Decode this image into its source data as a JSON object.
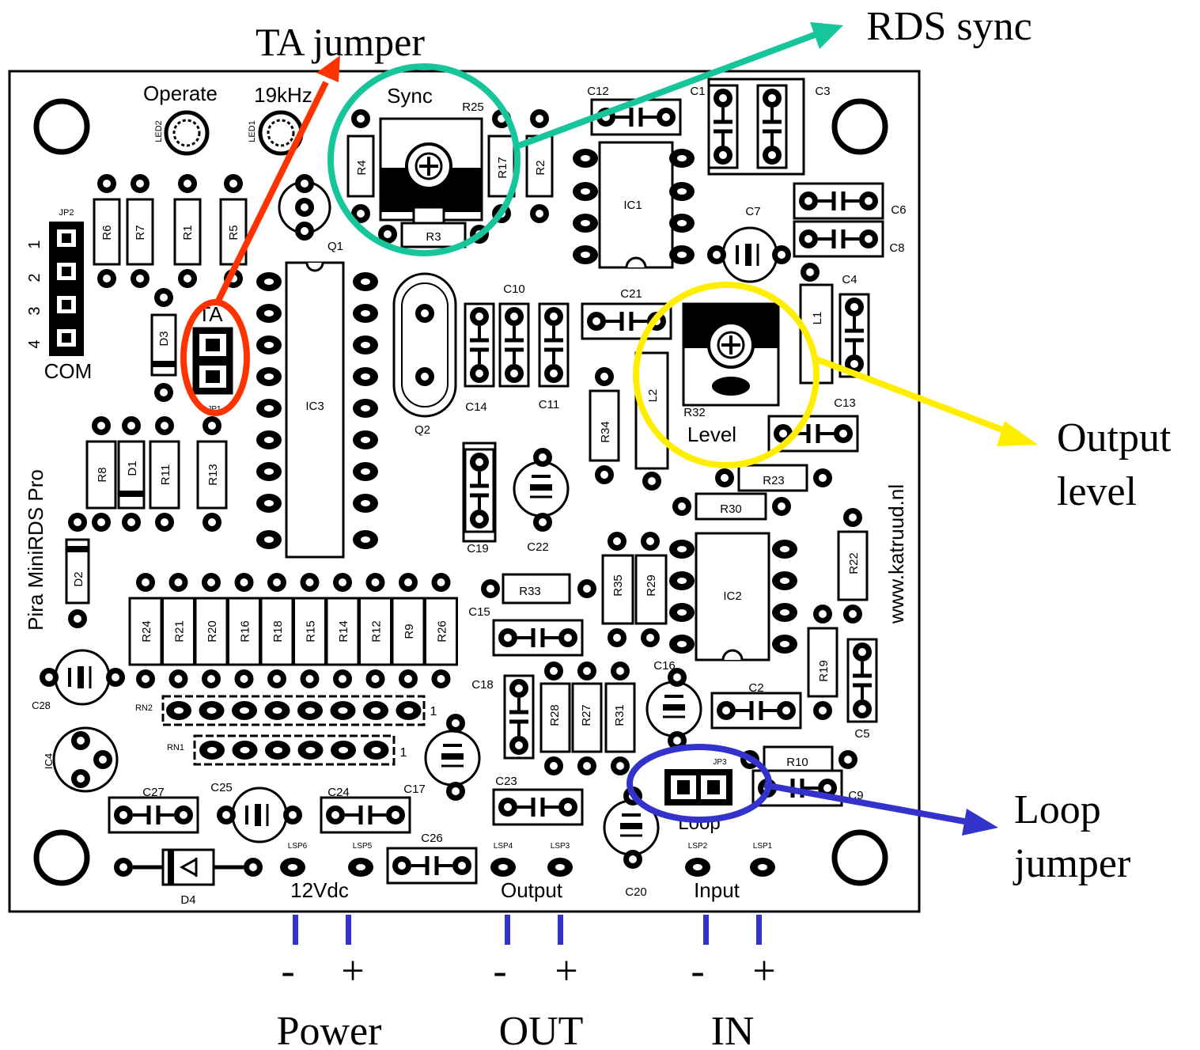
{
  "board": {
    "title": "Pira MiniRDS Pro",
    "website": "www.katruud.nl",
    "labels": {
      "operate": "Operate",
      "khz19": "19kHz",
      "sync": "Sync",
      "level": "Level",
      "com": "COM",
      "ta": "TA",
      "loop": "Loop",
      "v12": "12Vdc",
      "output": "Output",
      "input": "Input",
      "led1": "LED1",
      "led2": "LED2",
      "jp1": "JP1",
      "jp2": "JP2",
      "jp3": "JP3",
      "rn1": "RN1",
      "rn2": "RN2",
      "rn_pin1": "1"
    },
    "jp2_pins": [
      "1",
      "2",
      "3",
      "4"
    ],
    "chips": {
      "ic1": "IC1",
      "ic2": "IC2",
      "ic3": "IC3",
      "ic4": "IC4",
      "q1": "Q1",
      "q2": "Q2"
    },
    "trimmers": {
      "r25": "R25",
      "r32": "R32"
    },
    "resistors_top": [
      "R6",
      "R7",
      "R1",
      "R5"
    ],
    "resistors_left": [
      "R8",
      "D1",
      "R11",
      "R13"
    ],
    "resistor_array": [
      "R24",
      "R21",
      "R20",
      "R16",
      "R18",
      "R15",
      "R14",
      "R12",
      "R9",
      "R26"
    ],
    "resistors_mid": [
      "R28",
      "R27",
      "R31"
    ],
    "resistors_misc": {
      "r4": "R4",
      "r17": "R17",
      "r2": "R2",
      "r3": "R3",
      "r34": "R34",
      "l2": "L2",
      "l1": "L1",
      "r23": "R23",
      "r30": "R30",
      "r33": "R33",
      "r35": "R35",
      "r29": "R29",
      "r22": "R22",
      "r19": "R19",
      "r10": "R10",
      "d2": "D2",
      "d3": "D3",
      "d4": "D4"
    },
    "capacitors": {
      "c1": "C1",
      "c2": "C2",
      "c3": "C3",
      "c4": "C4",
      "c5": "C5",
      "c6": "C6",
      "c7": "C7",
      "c8": "C8",
      "c9": "C9",
      "c10": "C10",
      "c11": "C11",
      "c12": "C12",
      "c13": "C13",
      "c14": "C14",
      "c15": "C15",
      "c16": "C16",
      "c17": "C17",
      "c18": "C18",
      "c19": "C19",
      "c20": "C20",
      "c21": "C21",
      "c22": "C22",
      "c23": "C23",
      "c24": "C24",
      "c25": "C25",
      "c26": "C26",
      "c27": "C27",
      "c28": "C28"
    },
    "lsp": [
      "LSP6",
      "LSP5",
      "LSP4",
      "LSP3",
      "LSP2",
      "LSP1"
    ]
  },
  "callouts": {
    "ta_jumper": "TA jumper",
    "rds_sync": "RDS sync",
    "output_level_1": "Output",
    "output_level_2": "level",
    "loop_jumper_1": "Loop",
    "loop_jumper_2": "jumper"
  },
  "terminals": {
    "minus": "-",
    "plus": "+",
    "groups": [
      "Power",
      "OUT",
      "IN"
    ]
  },
  "colors": {
    "ta_jumper": "#ff3300",
    "rds_sync": "#17c59a",
    "output_level": "#ffee00",
    "loop_jumper": "#3333cc",
    "terminal_ticks": "#3333cc"
  }
}
